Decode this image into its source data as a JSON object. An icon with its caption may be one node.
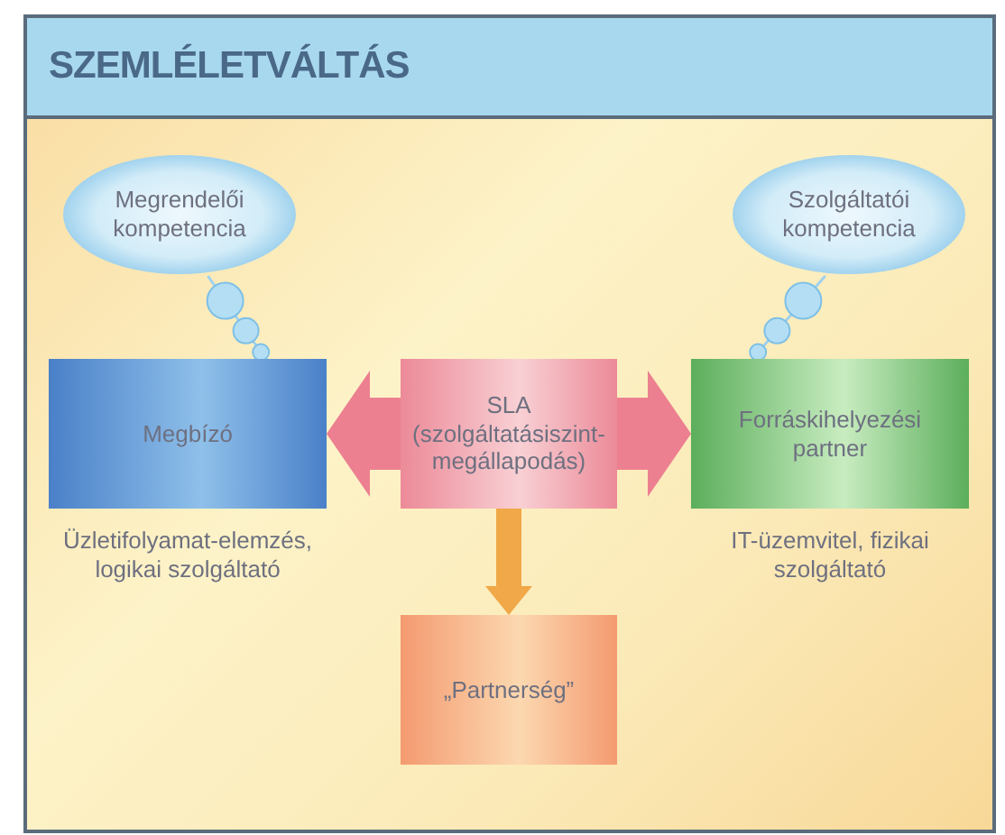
{
  "diagram": {
    "title": "SZEMLÉLETVÁLTÁS",
    "nodes": [
      {
        "text": [
          "Megrendelői kompetencia"
        ]
      },
      {
        "text": [
          "Szolgáltatói kompetencia"
        ]
      },
      {
        "text": [
          "Megbízó"
        ],
        "beside": [
          "Üzletifolyamat-elemzés, logikai szolgáltató"
        ]
      },
      {
        "text": [
          "SLA (szolgáltatásiszint-megállapodás)"
        ]
      },
      {
        "text": [
          "Forráskihelyezési partner"
        ],
        "beside": [
          "IT-üzemvitel, fizikai szolgáltató"
        ]
      },
      {
        "text": [
          "„Partnerség”"
        ]
      }
    ],
    "edges": [
      {
        "from": 0,
        "to": 2,
        "arrow": "none"
      },
      {
        "from": 1,
        "to": 4,
        "arrow": "none"
      },
      {
        "from": 3,
        "to": 2,
        "arrow": "to",
        "style": "thick"
      },
      {
        "from": 3,
        "to": 4,
        "arrow": "to",
        "style": "thick"
      },
      {
        "from": 3,
        "to": 5,
        "arrow": "to",
        "style": "thick",
        "color": "#f0a848"
      }
    ]
  }
}
